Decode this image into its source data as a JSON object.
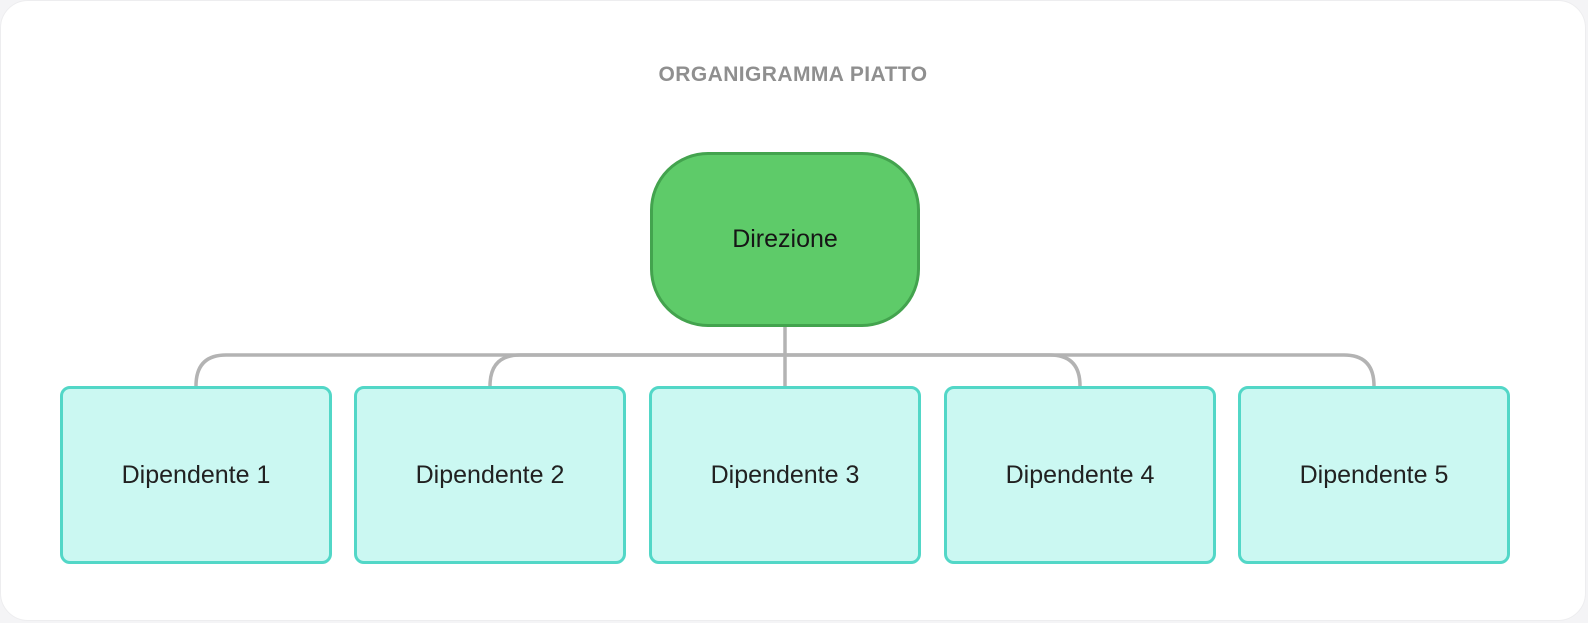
{
  "diagram": {
    "title": "ORGANIGRAMMA PIATTO",
    "root": {
      "label": "Direzione"
    },
    "children": [
      {
        "label": "Dipendente 1"
      },
      {
        "label": "Dipendente 2"
      },
      {
        "label": "Dipendente 3"
      },
      {
        "label": "Dipendente 4"
      },
      {
        "label": "Dipendente 5"
      }
    ],
    "colors": {
      "root_fill": "#5ecb69",
      "root_border": "#43a34e",
      "child_fill": "#cbf8f2",
      "child_border": "#52d7c7",
      "connector": "#b3b3b3",
      "title": "#8f8f8f"
    }
  }
}
